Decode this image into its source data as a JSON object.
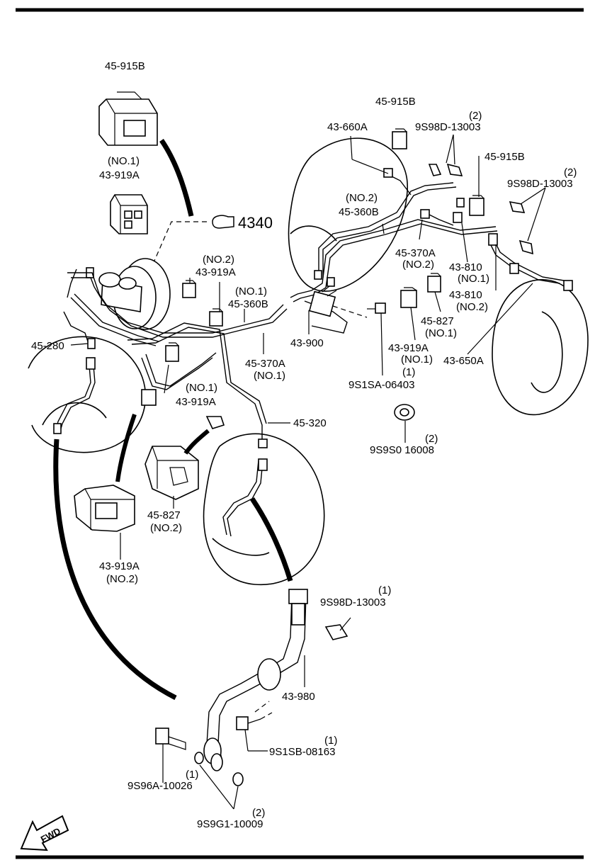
{
  "labels": {
    "l_45915b_top": "45-915B",
    "l_no1_a": "(NO.1)",
    "l_43919a_a": "43-919A",
    "l_4340": "4340",
    "l_no2_b": "(NO.2)",
    "l_43919a_b": "43-919A",
    "l_no1_c": "(NO.1)",
    "l_45360b_c": "45-360B",
    "l_45280": "45-280",
    "l_43900": "43-900",
    "l_45370a_d": "45-370A",
    "l_no1_d": "(NO.1)",
    "l_no1_e": "(NO.1)",
    "l_43919a_e": "43-919A",
    "l_45320": "45-320",
    "l_45827_f": "45-827",
    "l_no2_f": "(NO.2)",
    "l_43919a_g": "43-919A",
    "l_no2_g": "(NO.2)",
    "l_45915b_h": "45-915B",
    "l_43660a": "43-660A",
    "l_2_i": "(2)",
    "l_9s98d_i": "9S98D-13003",
    "l_45915b_j": "45-915B",
    "l_2_k": "(2)",
    "l_9s98d_k": "9S98D-13003",
    "l_no2_l": "(NO.2)",
    "l_45360b_l": "45-360B",
    "l_45370a_m": "45-370A",
    "l_no2_m": "(NO.2)",
    "l_43810_n": "43-810",
    "l_no1_n": "(NO.1)",
    "l_43810_o": "43-810",
    "l_no2_o": "(NO.2)",
    "l_45827_p": "45-827",
    "l_no1_p": "(NO.1)",
    "l_43919a_q": "43-919A",
    "l_no1_q": "(NO.1)",
    "l_43650a": "43-650A",
    "l_1_r": "(1)",
    "l_9s1sa": "9S1SA-06403",
    "l_2_s": "(2)",
    "l_9s9s0": "9S9S0 16008",
    "l_1_t": "(1)",
    "l_9s98d_t": "9S98D-13003",
    "l_43980": "43-980",
    "l_1_u": "(1)",
    "l_9s1sb": "9S1SB-08163",
    "l_1_v": "(1)",
    "l_9s96a": "9S96A-10026",
    "l_2_w": "(2)",
    "l_9s9g1": "9S9G1-10009",
    "l_fwd": "FWD"
  }
}
